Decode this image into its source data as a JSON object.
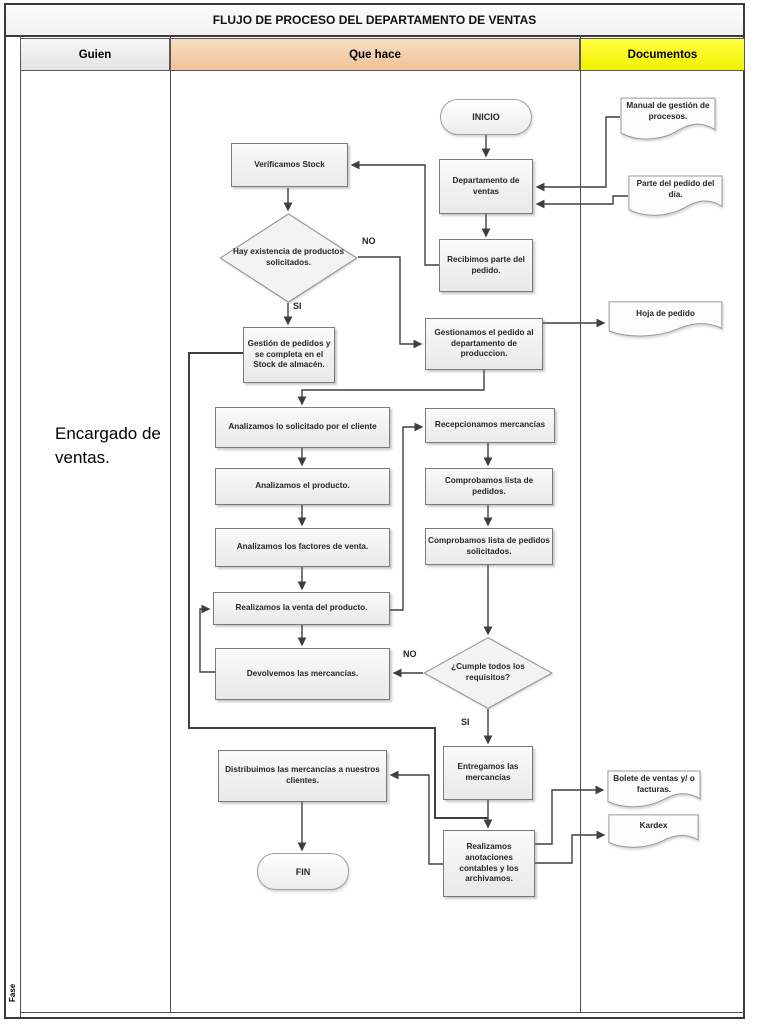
{
  "page": {
    "title": "FLUJO DE PROCESO DEL DEPARTAMENTO DE VENTAS",
    "fase_label": "Fase"
  },
  "columns": {
    "guien": "Guien",
    "que_hace": "Que hace",
    "documentos": "Documentos"
  },
  "lane": {
    "actor": "Encargado de ventas."
  },
  "colors": {
    "header_guien_bg": "#ededed",
    "header_que_hace_bg": "#f2c9a4",
    "header_documentos_bg": "#ffff00",
    "connector": "#3f3f3f",
    "shape_border": "#7a7a7a",
    "shape_fill": "#f2f2f2"
  },
  "nodes": {
    "inicio": "INICIO",
    "departamento": "Departamento de ventas",
    "recibimos": "Recibimos parte del pedido.",
    "verificamos": "Verificamos Stock",
    "hay_existencia": "Hay existencia de productos solicitados.",
    "gestion_pedidos": "Gestión de pedidos y se completa en el Stock de almacén.",
    "gestionamos": "Gestionamos el pedido al departamento de produccion.",
    "analizamos_solicitado": "Analizamos lo solicitado por el cliente",
    "analizamos_producto": "Analizamos el producto.",
    "analizamos_factores": "Analizamos los factores de venta.",
    "realizamos_venta": "Realizamos la venta del producto.",
    "devolvemos": "Devolvemos las mercancías.",
    "recepcionamos": "Recepcionamos mercancías",
    "comprobamos_pedidos": "Comprobamos lista de pedidos.",
    "comprobamos_solicitados": "Comprobamos lista de pedidos solicitados.",
    "cumple_requisitos": "¿Cumple todos los requisitos?",
    "entregamos": "Entregamos las mercancías",
    "realizamos_anotaciones": "Realizamos anotaciones contables y los archivamos.",
    "distribuimos": "Distribuimos las mercancías a nuestros clientes.",
    "fin": "FIN"
  },
  "documents": {
    "manual": "Manual de gestión de procesos.",
    "parte_pedido": "Parte del pedido del día.",
    "hoja_pedido": "Hoja de pedido",
    "boleta": "Bolete de ventas y/ o facturas.",
    "kardex": "Kardex"
  },
  "branch_labels": {
    "no_existencia": "NO",
    "si_existencia": "SI",
    "no_cumple": "NO",
    "si_cumple": "SI"
  },
  "edges": [
    {
      "from": "inicio",
      "to": "departamento"
    },
    {
      "from": "departamento",
      "to": "recibimos"
    },
    {
      "from": "recibimos",
      "to": "verificamos"
    },
    {
      "from": "verificamos",
      "to": "hay_existencia"
    },
    {
      "from": "hay_existencia",
      "to": "gestion_pedidos",
      "label": "SI"
    },
    {
      "from": "hay_existencia",
      "to": "gestionamos",
      "label": "NO"
    },
    {
      "from": "manual",
      "to": "departamento"
    },
    {
      "from": "parte_pedido",
      "to": "departamento"
    },
    {
      "from": "gestionamos",
      "to": "hoja_pedido"
    },
    {
      "from": "gestionamos",
      "to": "analizamos_solicitado"
    },
    {
      "from": "analizamos_solicitado",
      "to": "analizamos_producto"
    },
    {
      "from": "analizamos_producto",
      "to": "analizamos_factores"
    },
    {
      "from": "analizamos_factores",
      "to": "realizamos_venta"
    },
    {
      "from": "realizamos_venta",
      "to": "devolvemos"
    },
    {
      "from": "realizamos_venta",
      "to": "recepcionamos"
    },
    {
      "from": "recepcionamos",
      "to": "comprobamos_pedidos"
    },
    {
      "from": "comprobamos_pedidos",
      "to": "comprobamos_solicitados"
    },
    {
      "from": "comprobamos_solicitados",
      "to": "cumple_requisitos"
    },
    {
      "from": "cumple_requisitos",
      "to": "devolvemos",
      "label": "NO"
    },
    {
      "from": "cumple_requisitos",
      "to": "entregamos",
      "label": "SI"
    },
    {
      "from": "entregamos",
      "to": "realizamos_anotaciones"
    },
    {
      "from": "devolvemos",
      "to": "realizamos_venta"
    },
    {
      "from": "gestion_pedidos",
      "to": "realizamos_anotaciones"
    },
    {
      "from": "realizamos_anotaciones",
      "to": "distribuimos"
    },
    {
      "from": "distribuimos",
      "to": "fin"
    },
    {
      "from": "realizamos_anotaciones",
      "to": "boleta"
    },
    {
      "from": "realizamos_anotaciones",
      "to": "kardex"
    }
  ]
}
